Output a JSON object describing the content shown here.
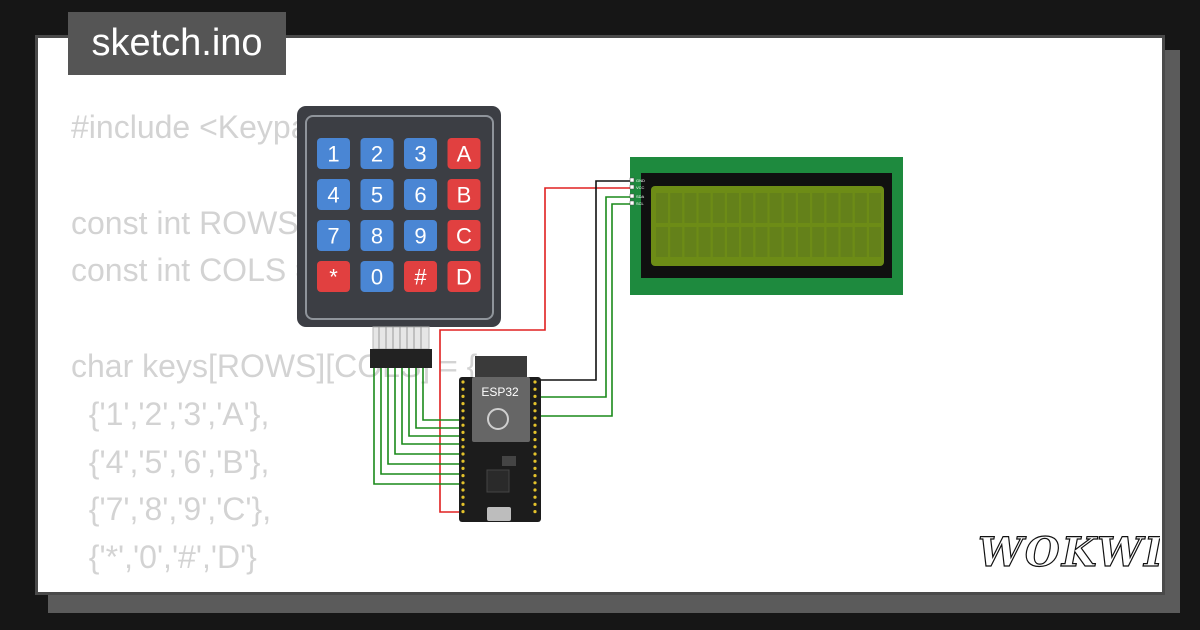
{
  "file": {
    "name": "sketch.ino"
  },
  "code": {
    "lines": [
      "#include <Keypad.h>",
      "",
      "const int ROWS = 4;",
      "const int COLS = 4;",
      "",
      "char keys[ROWS][COLS] = {",
      "  {'1','2','3','A'},",
      "  {'4','5','6','B'},",
      "  {'7','8','9','C'},",
      "  {'*','0','#','D'}",
      "};"
    ]
  },
  "keypad": {
    "rows": [
      [
        "1",
        "2",
        "3",
        "A"
      ],
      [
        "4",
        "5",
        "6",
        "B"
      ],
      [
        "7",
        "8",
        "9",
        "C"
      ],
      [
        "*",
        "0",
        "#",
        "D"
      ]
    ],
    "colors": {
      "number": "#4a86d4",
      "letter": "#e14040",
      "body": "#3c3e44"
    }
  },
  "board": {
    "label": "ESP32"
  },
  "lcd": {
    "pins": [
      "GND",
      "VCC",
      "SDA",
      "SCL"
    ]
  },
  "brand": {
    "name": "WOKWI"
  },
  "colors": {
    "wire_red": "#e02020",
    "wire_black": "#111111",
    "wire_green": "#1a8a1a",
    "lcd_pcb": "#1e8a3e",
    "lcd_screen": "#6d8c16"
  }
}
